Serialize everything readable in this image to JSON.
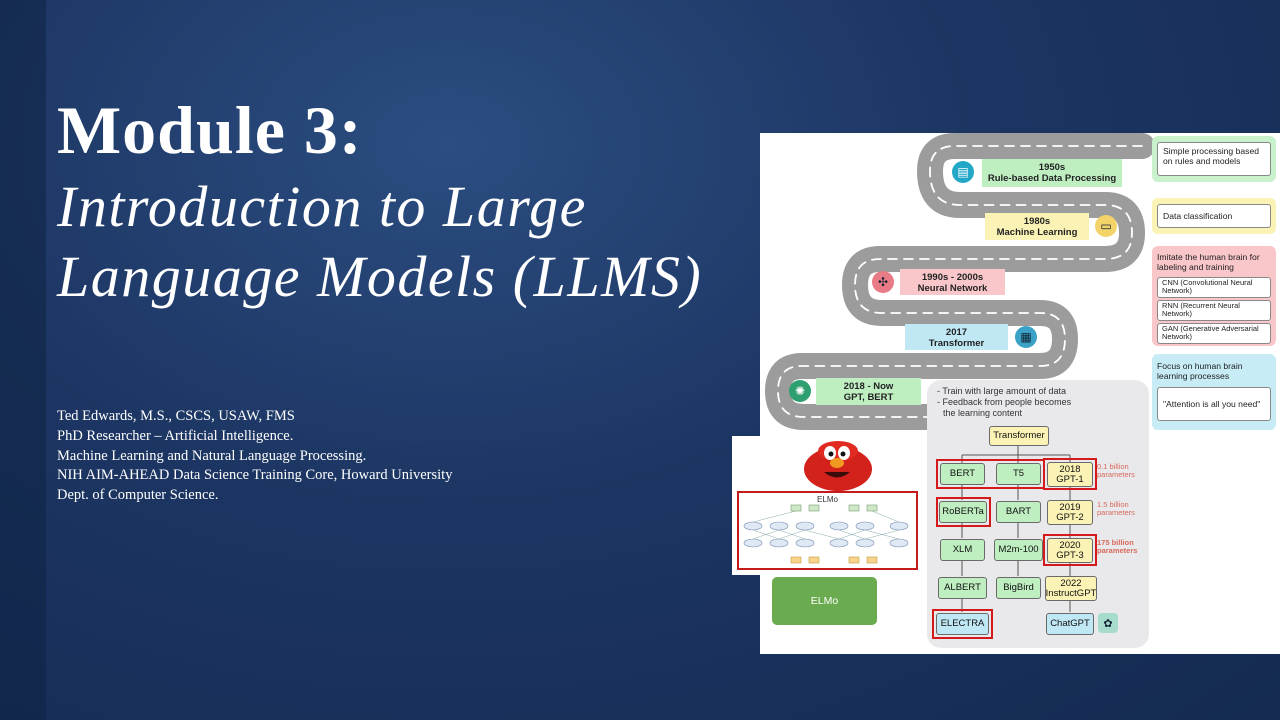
{
  "title": {
    "line1": "Module 3:",
    "line2": "Introduction to Large",
    "line3": "Language Models (LLMS)"
  },
  "author": {
    "lines": [
      "Ted Edwards, M.S., CSCS, USAW, FMS",
      "PhD Researcher – Artificial Intelligence.",
      "Machine Learning and Natural Language Processing.",
      "NIH AIM-AHEAD Data Science Training Core, Howard University",
      "Dept. of Computer Science."
    ]
  },
  "figure": {
    "eras": [
      {
        "year": "1950s",
        "name": "Rule-based Data Processing",
        "color": "#bfeec1",
        "icon": "document-icon"
      },
      {
        "year": "1980s",
        "name": "Machine Learning",
        "color": "#fbf3b5",
        "icon": "book-icon"
      },
      {
        "year": "1990s - 2000s",
        "name": "Neural Network",
        "color": "#f9c7ca",
        "icon": "network-icon"
      },
      {
        "year": "2017",
        "name": "Transformer",
        "color": "#bfe7f4",
        "icon": "chip-icon"
      },
      {
        "year": "2018 - Now",
        "name": "GPT, BERT",
        "color": "#bfeec1",
        "icon": "brain-icon"
      }
    ],
    "side_notes": {
      "rule_based": "Simple processing based on rules and models",
      "ml": "Data classification",
      "nn_title": "Imitate the human brain for labeling and training",
      "nn_items": [
        "CNN (Convolutional Neural Network)",
        "RNN (Recurrent Neural Network)",
        "GAN (Generative Adversarial Network)"
      ],
      "transformer_title": "Focus on human brain learning processes",
      "transformer_quote": "\"Attention is all you need\""
    },
    "panel_notes": [
      "- Train with large amount of data",
      "- Feedback from people becomes",
      "  the learning content"
    ],
    "nodes": {
      "transformer": "Transformer",
      "bert": "BERT",
      "t5": "T5",
      "gpt1": "2018\nGPT-1",
      "roberta": "RoBERTa",
      "bart": "BART",
      "gpt2": "2019\nGPT-2",
      "xlm": "XLM",
      "m2m": "M2m-100",
      "gpt3": "2020\nGPT-3",
      "albert": "ALBERT",
      "bigbird": "BigBird",
      "instructgpt": "2022\nInstructGPT",
      "electra": "ELECTRA",
      "chatgpt": "ChatGPT"
    },
    "params": {
      "gpt1": "0.1 billion\nparameters",
      "gpt2": "1.5 billion\nparameters",
      "gpt3": "175 billion\nparameters"
    },
    "colors": {
      "highlight": "#d41a1a",
      "road": "#9c9c9c",
      "params": "#d76a5b"
    }
  },
  "elmo": {
    "diagram_title": "ELMo",
    "button_label": "ELMo",
    "button_color": "#6aab4f"
  }
}
